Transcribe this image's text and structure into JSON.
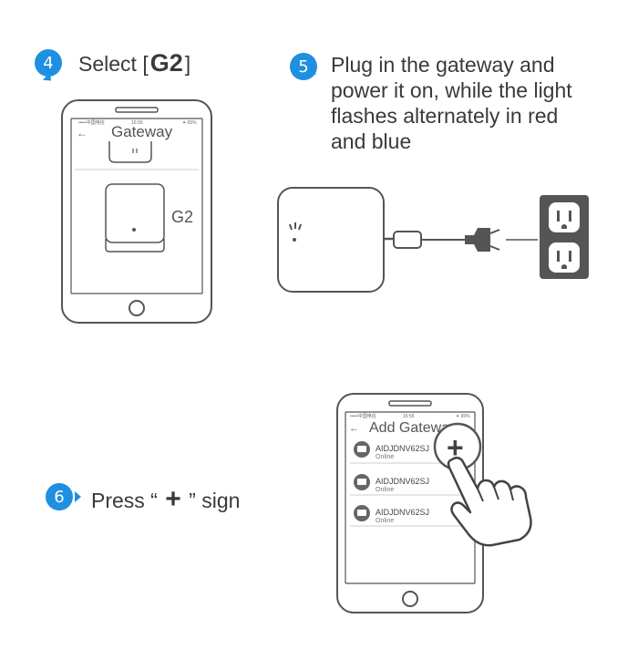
{
  "step4": {
    "number": "4",
    "prefix": "Select",
    "bracket_open": "[",
    "model": "G2",
    "bracket_close": "]",
    "phone": {
      "status_carrier": "•••••中国电信",
      "status_time": "16:55",
      "status_battery": "✦ 65%",
      "back": "←",
      "screen_title": "Gateway",
      "device_label": "G2"
    }
  },
  "step5": {
    "number": "5",
    "lines": [
      "Plug in the gateway and",
      "power it on, while the light",
      "flashes alternately in red",
      "and blue"
    ]
  },
  "step6": {
    "number": "6",
    "prefix": "Press “",
    "plus": "+",
    "suffix": "” sign",
    "phone": {
      "status_carrier": "•••••中国电信",
      "status_time": "16:55",
      "status_battery": "✦ 65%",
      "back": "←",
      "screen_title": "Add Gateway",
      "plus_button": "+",
      "gateways": [
        {
          "name": "AIDJDNV62SJ",
          "status": "Online"
        },
        {
          "name": "AIDJDNV62SJ",
          "status": "Online"
        },
        {
          "name": "AIDJDNV62SJ",
          "status": "Online"
        }
      ]
    }
  },
  "colors": {
    "accent": "#1f8fe0",
    "outlet": "#555555",
    "line": "#555555"
  }
}
